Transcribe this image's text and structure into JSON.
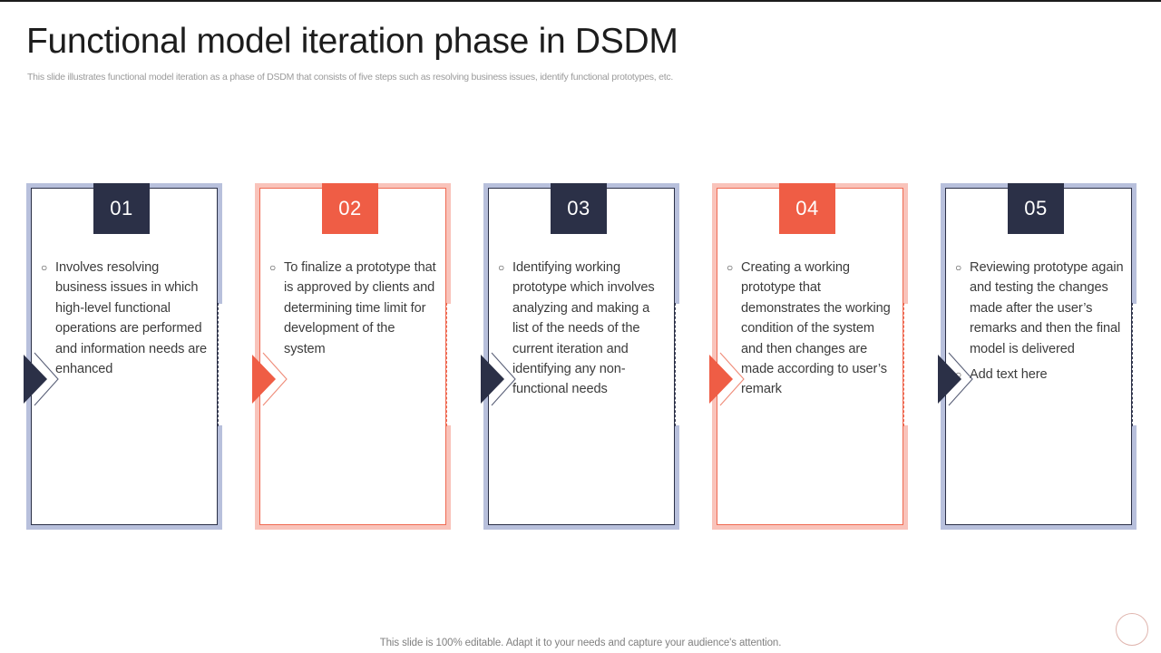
{
  "header": {
    "title": "Functional model iteration phase in DSDM",
    "subtitle": "This slide illustrates functional model iteration as a phase of DSDM that consists of five steps such as resolving business issues, identify functional prototypes, etc."
  },
  "theme": {
    "navy": "#2b3047",
    "navy_frame": "#b8c0dc",
    "coral": "#ef5d45",
    "coral_frame": "#f9c3ba",
    "body_text": "#3c3c3c",
    "title_text": "#1d1d1d",
    "muted_text": "#9b9b9b"
  },
  "steps": [
    {
      "number": "01",
      "accent": "navy",
      "bullets": [
        "Involves resolving business issues in which high-level functional operations are performed and information needs are enhanced"
      ]
    },
    {
      "number": "02",
      "accent": "coral",
      "bullets": [
        "To finalize a prototype that is approved by clients and determining time limit for development of the system"
      ]
    },
    {
      "number": "03",
      "accent": "navy",
      "bullets": [
        "Identifying working prototype which involves analyzing and making a list of the needs of the current iteration and identifying any non-functional needs"
      ]
    },
    {
      "number": "04",
      "accent": "coral",
      "bullets": [
        "Creating a working prototype that demonstrates the working condition of the system and then changes are made according to user’s remark"
      ]
    },
    {
      "number": "05",
      "accent": "navy",
      "bullets": [
        "Reviewing prototype again and testing the changes made after the user’s remarks and then the final model is delivered",
        "Add text here"
      ]
    }
  ],
  "bullet_glyph": "○",
  "footer": {
    "note": "This slide is 100% editable. Adapt it to your needs and capture your audience's attention."
  }
}
